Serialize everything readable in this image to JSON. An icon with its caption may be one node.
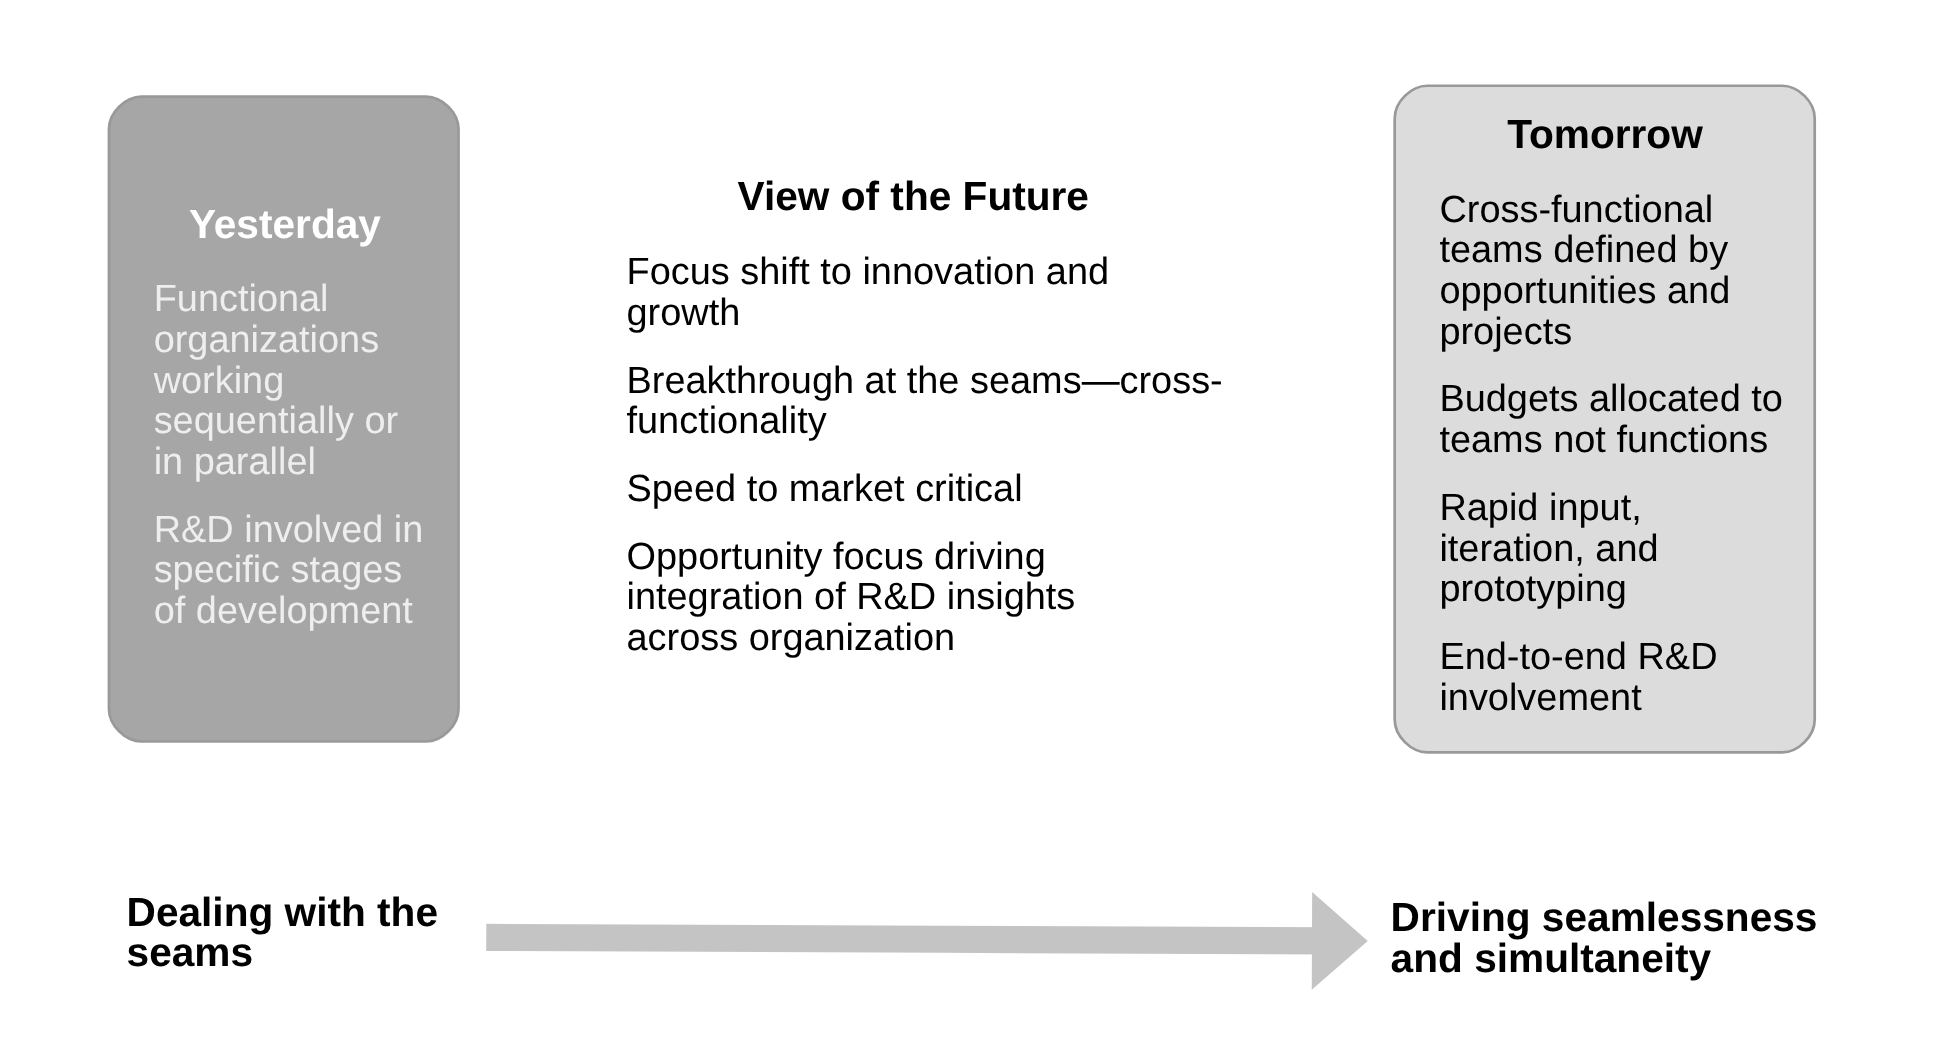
{
  "diagram": {
    "nodes": [
      {
        "text": [
          "Yesterday",
          "Functional organizations working sequentially or in parallel",
          "R&D involved in specific stages of development"
        ]
      },
      {
        "text": [
          "Tomorrow",
          "Cross-functional teams defined by opportunities and projects",
          "Budgets allocated to teams not functions",
          "Rapid input, iteration, and prototyping",
          "End-to-end R&D involvement"
        ]
      },
      {
        "text": [
          "Dealing with the seams"
        ]
      },
      {
        "text": [
          "Driving seamlessness and simultaneity"
        ]
      }
    ],
    "edges": [
      {
        "from": 2,
        "to": 3,
        "arrow": "to"
      }
    ],
    "labels": [
      "View of the Future",
      "Focus shift to innovation and growth",
      "Breakthrough at the seams—cross-functionality",
      "Speed to market critical",
      "Opportunity focus driving integration of R&D insights across organization"
    ]
  }
}
